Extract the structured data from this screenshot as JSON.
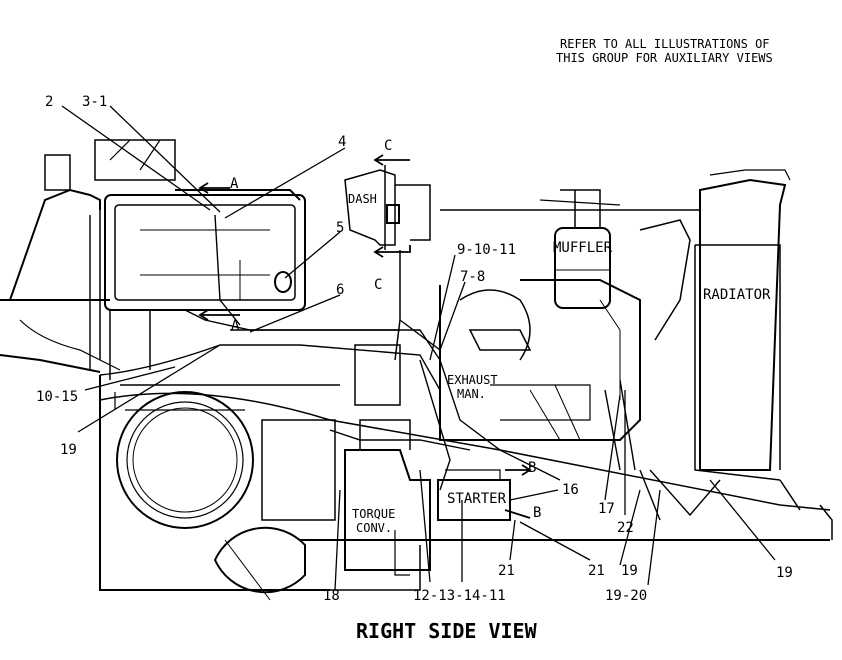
{
  "note": [
    "REFER TO ALL ILLUSTRATIONS OF",
    "THIS GROUP FOR AUXILIARY VIEWS"
  ],
  "caption": "RIGHT SIDE VIEW",
  "component_labels": {
    "dash": "DASH",
    "muffler": "MUFFLER",
    "radiator": "RADIATOR",
    "exhaust_man": [
      "EXHAUST",
      "MAN."
    ],
    "starter": "STARTER",
    "torque_conv": [
      "TORQUE",
      "CONV."
    ]
  },
  "view_markers": {
    "a_upper": "A",
    "a_lower": "A",
    "b_upper": "B",
    "b_lower": "B",
    "c_upper": "C",
    "c_lower": "C"
  },
  "callouts": {
    "c2": "2",
    "c3_1": "3-1",
    "c4": "4",
    "c5": "5",
    "c6": "6",
    "c9_10_11": "9-10-11",
    "c7_8": "7-8",
    "c10_15": "10-15",
    "c19_left": "19",
    "c16": "16",
    "c17": "17",
    "c22": "22",
    "c21_a": "21",
    "c21_b": "21",
    "c19_mid": "19",
    "c19_20": "19-20",
    "c19_right": "19",
    "c18": "18",
    "c12_13_14_11": "12-13-14-11"
  },
  "colors": {
    "line": "#000000",
    "background": "#ffffff"
  }
}
